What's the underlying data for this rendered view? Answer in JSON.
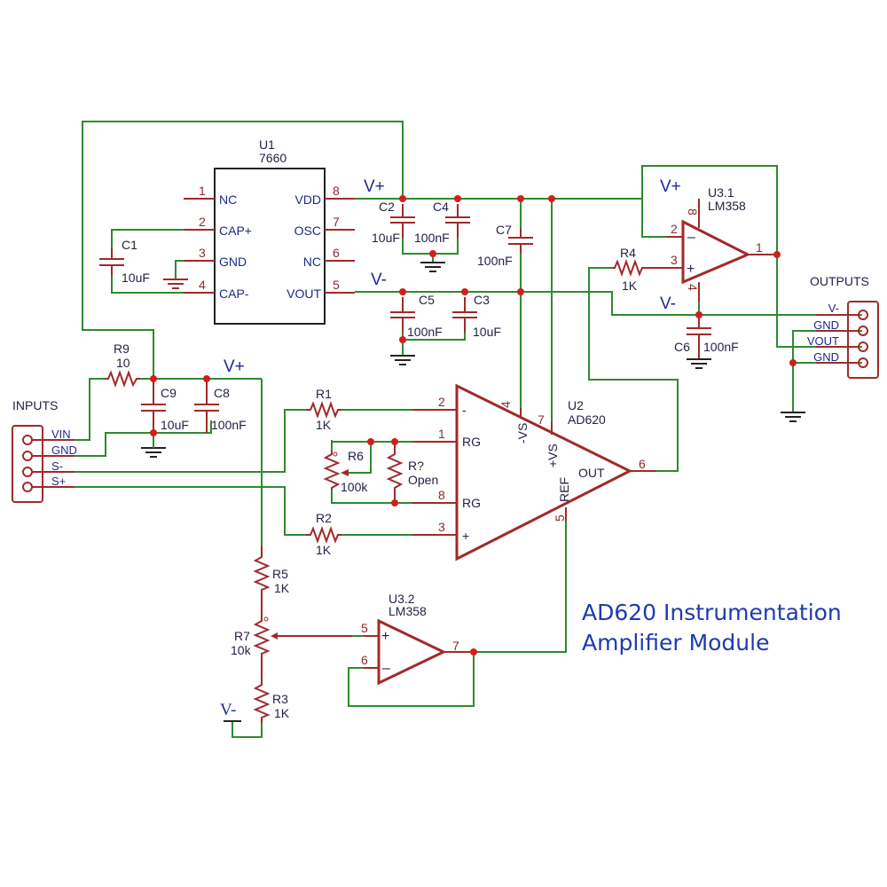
{
  "title": {
    "line1": "AD620 Instrumentation",
    "line2": "Amplifier Module"
  },
  "colors": {
    "wire": "#2f8a2f",
    "component": "#a02a2a",
    "junction": "#d61c1c",
    "label": "#1e2a8c"
  },
  "rails": {
    "vplus": "V+",
    "vminus": "V-"
  },
  "u1": {
    "ref": "U1",
    "part": "7660",
    "pins": [
      {
        "num": "1",
        "name": "NC"
      },
      {
        "num": "2",
        "name": "CAP+"
      },
      {
        "num": "3",
        "name": "GND"
      },
      {
        "num": "4",
        "name": "CAP-"
      },
      {
        "num": "8",
        "name": "VDD"
      },
      {
        "num": "7",
        "name": "OSC"
      },
      {
        "num": "6",
        "name": "NC"
      },
      {
        "num": "5",
        "name": "VOUT"
      }
    ]
  },
  "u2": {
    "ref": "U2",
    "part": "AD620",
    "pins": {
      "inv": "2",
      "rg1": "1",
      "rg8": "8",
      "noninv": "3",
      "vsneg": "4",
      "vspos": "7",
      "ref": "5",
      "out": "6"
    },
    "names": {
      "inv": "-",
      "rg": "RG",
      "noninv": "+",
      "vsneg": "-VS",
      "vspos": "+VS",
      "ref": "REF",
      "out": "OUT"
    }
  },
  "u31": {
    "ref": "U3.1",
    "part": "LM358",
    "pins": {
      "inv": "2",
      "noninv": "3",
      "out": "1",
      "vcc": "8",
      "gnd": "4"
    }
  },
  "u32": {
    "ref": "U3.2",
    "part": "LM358",
    "pins": {
      "noninv": "5",
      "inv": "6",
      "out": "7"
    }
  },
  "components": {
    "c1": {
      "ref": "C1",
      "value": "10uF"
    },
    "c2": {
      "ref": "C2",
      "value": "10uF"
    },
    "c3": {
      "ref": "C3",
      "value": "10uF"
    },
    "c4": {
      "ref": "C4",
      "value": "100nF"
    },
    "c5": {
      "ref": "C5",
      "value": "100nF"
    },
    "c6": {
      "ref": "C6",
      "value": "100nF"
    },
    "c7": {
      "ref": "C7",
      "value": "100nF"
    },
    "c8": {
      "ref": "C8",
      "value": "100nF"
    },
    "c9": {
      "ref": "C9",
      "value": "10uF"
    },
    "r1": {
      "ref": "R1",
      "value": "1K"
    },
    "r2": {
      "ref": "R2",
      "value": "1K"
    },
    "r3": {
      "ref": "R3",
      "value": "1K"
    },
    "r4": {
      "ref": "R4",
      "value": "1K"
    },
    "r5": {
      "ref": "R5",
      "value": "1K"
    },
    "r6": {
      "ref": "R6",
      "value": "100k"
    },
    "r7": {
      "ref": "R7",
      "value": "10k"
    },
    "r9": {
      "ref": "R9",
      "value": "10"
    },
    "rq": {
      "ref": "R?",
      "value": "Open"
    }
  },
  "inputs": {
    "label": "INPUTS",
    "pins": [
      "VIN",
      "GND",
      "S-",
      "S+"
    ]
  },
  "outputs": {
    "label": "OUTPUTS",
    "pins": [
      "V-",
      "GND",
      "VOUT",
      "GND"
    ]
  }
}
